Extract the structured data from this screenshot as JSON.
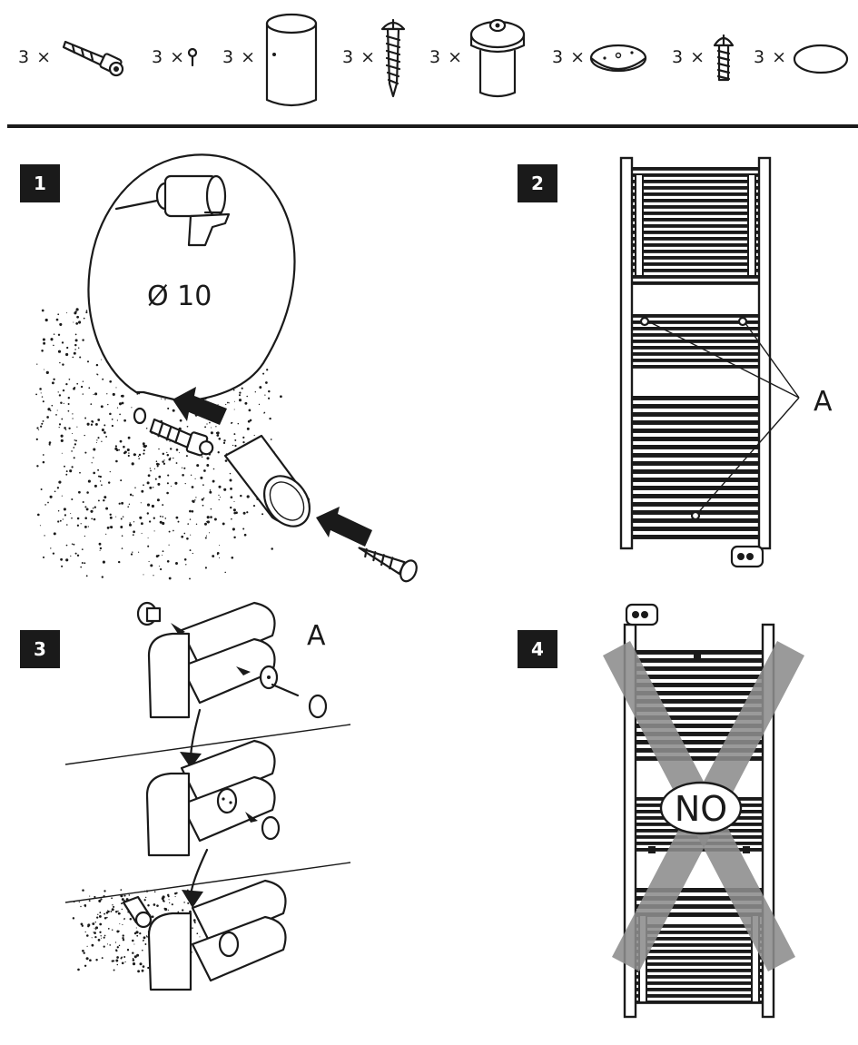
{
  "parts": [
    {
      "qty": "3 ×",
      "icon": "wall-plug-icon"
    },
    {
      "qty": "3 ×",
      "icon": "small-pin-icon"
    },
    {
      "qty": "3 ×",
      "icon": "spacer-tube-icon"
    },
    {
      "qty": "3 ×",
      "icon": "wood-screw-icon"
    },
    {
      "qty": "3 ×",
      "icon": "bracket-cap-icon"
    },
    {
      "qty": "3 ×",
      "icon": "washer-plate-icon"
    },
    {
      "qty": "3 ×",
      "icon": "machine-screw-icon"
    },
    {
      "qty": "3 ×",
      "icon": "cover-disc-icon"
    }
  ],
  "steps": {
    "s1": {
      "number": "1",
      "drill_label": "Ø 10"
    },
    "s2": {
      "number": "2",
      "callout": "A"
    },
    "s3": {
      "number": "3",
      "callout": "A"
    },
    "s4": {
      "number": "4",
      "warning": "NO"
    }
  },
  "colors": {
    "ink": "#1a1a1a",
    "cross": "#8c8c8c",
    "background": "#ffffff"
  }
}
